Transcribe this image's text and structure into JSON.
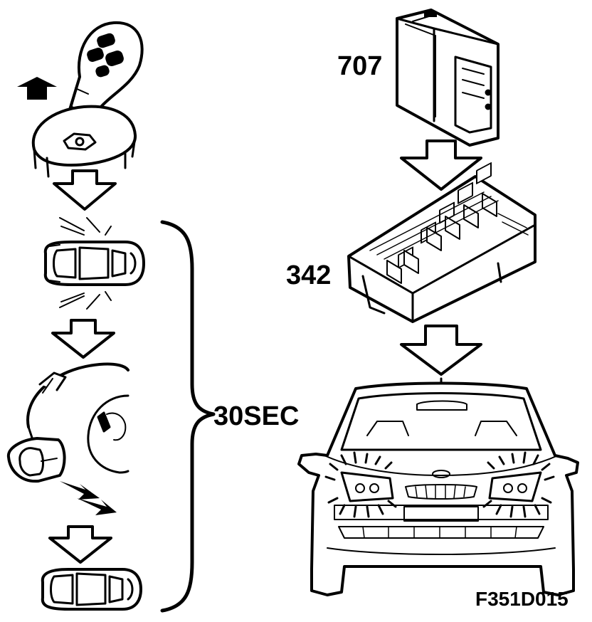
{
  "labels": {
    "module_707": "707",
    "module_342": "342",
    "duration": "30SEC",
    "figure_id": "F351D015"
  },
  "colors": {
    "line": "#000000",
    "background": "#ffffff"
  }
}
